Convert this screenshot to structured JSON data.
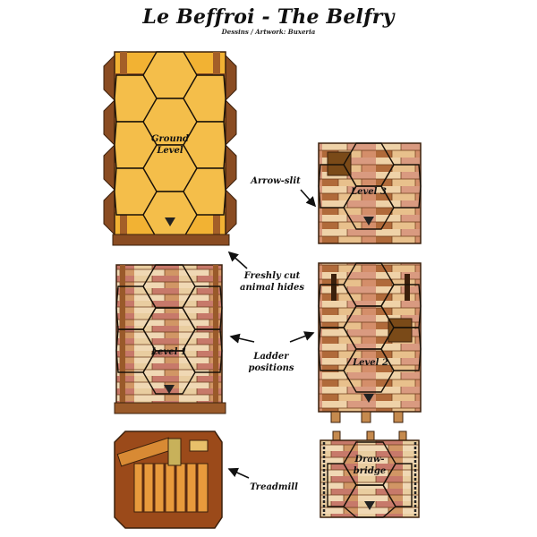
{
  "title": "Le Beffroi - The Belfry",
  "credit": "Dessins  / Artwork: Buxeria",
  "tiles": {
    "ground": {
      "line1": "Ground",
      "line2": "Level"
    },
    "level3": "Level 3",
    "level1": "Level 1",
    "level2": "Level 2",
    "drawbridge": {
      "line1": "Draw-",
      "line2": "bridge"
    }
  },
  "labels": {
    "arrow_slit": "Arrow-slit",
    "hides": {
      "line1": "Freshly cut",
      "line2": "animal hides"
    },
    "ladder": {
      "line1": "Ladder",
      "line2": "positions"
    },
    "treadmill": "Treadmill"
  },
  "colors": {
    "ground_fill": "#f2b233",
    "wood_dark": "#7a4419",
    "wood_mid": "#c58a4e",
    "wood_pink": "#d99a80",
    "wood_light": "#efd2a8",
    "hex_line": "#1a1209",
    "marker": "#222222"
  }
}
